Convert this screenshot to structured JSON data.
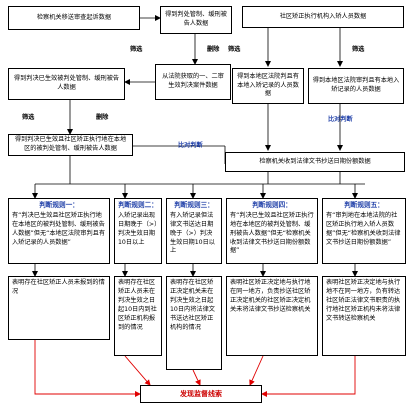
{
  "nodes": {
    "procuratorate_transfer": "检察机关移送审查起诉数据",
    "court_sentence_data": "得到判处管制、缓刑被告人数据",
    "community_correction_data": "社区矫正执行机构入矫人员数据",
    "court_first_second": "从法院获取的一、二审生效判决案件数据",
    "local_court_unreported": "得到本地区法院判且有本地入矫记录的人员数据",
    "local_court_reported": "得到本地区法院审判且有本地入矫记录的人员数据",
    "sentenced_executing": "得到判决已生效被判处管制、缓刑被告人数据",
    "correction_executing_local": "得到判决已生效且社区矫正执行地在本地区的被判处管制、缓刑被告人数据",
    "procuratorate_copy_date": "检察机关收到法律文书抄送日期份额数据",
    "final_result": "发现监督线索"
  },
  "labels": {
    "filter_1": "筛选",
    "filter_2": "筛选",
    "filter_3": "筛选",
    "filter_4": "筛选",
    "filter_5": "筛选",
    "delete_1": "删除",
    "delete_2": "删除",
    "compare_1": "比对判断",
    "compare_2": "比对判断"
  },
  "rules": [
    {
      "title": "判断规则一：",
      "body": "有“判决已生效且社区矫正执行地在本地区的被判处管制、缓刑被告人数据”但无“本地区法院审判且有入矫记录的人员数据”",
      "result": "表明存在社区矫正人员未报到的情况"
    },
    {
      "title": "判断规则二：",
      "body": "入矫记录出现日期晚于（>）判决生效日期10日以上",
      "result": "表明存在社区矫正人员未在判决生效之日起10日内到社区矫正机构报到的情况"
    },
    {
      "title": "判断规则三：",
      "body": "有入矫记录但法律文书送达日期晚于（>）判决生效日期10日以上",
      "result": "表明存在社区矫正决定机关未在判决生效之日起10日内将法律文书送达社区矫正机构的情况"
    },
    {
      "title": "判断规则四：",
      "body": "有“判决已生效且社区矫正执行地在本地区的被判处管制、缓刑被告人数据”但无“检察机关收到法律文书抄送日期份额数据”",
      "result": "表明社区矫正决定地与执行地在同一地方，负责抄送社区矫正决定机关的社区矫正决定机关未将法律文书抄送检察机关"
    },
    {
      "title": "判断规则五：",
      "body": "有“审判地在本地法院的社区矫正执行地入矫人员数据”但无“检察机关收到法律文书抄送日期份额数据”",
      "result": "表明社区矫正决定地与执行地不在同一地方，负有转达社区矫正法律文书职责的执行地社区矫正机构未将法律文书转送检察机关"
    }
  ]
}
